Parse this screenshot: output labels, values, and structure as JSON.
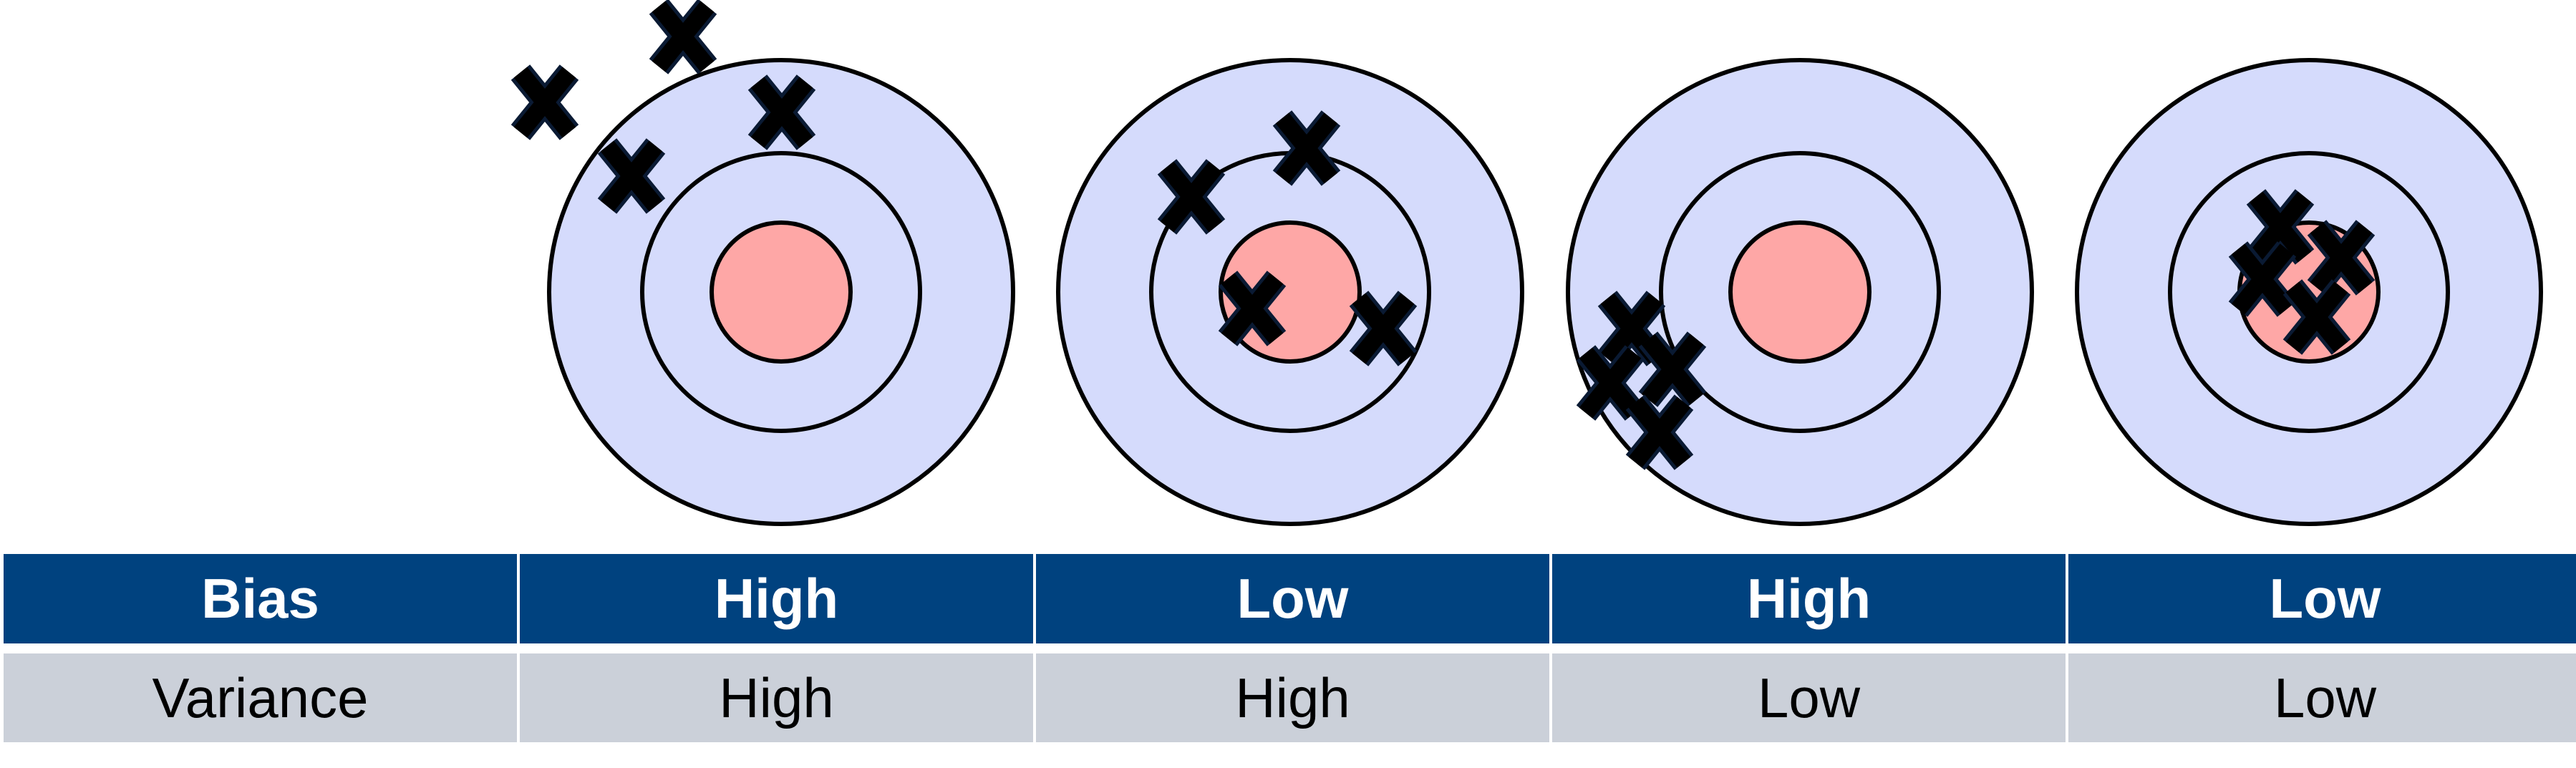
{
  "colors": {
    "outer_ring": "#d5dbfc",
    "bullseye": "#fea7a6",
    "stroke": "#000000",
    "header_bg": "#00427f",
    "row_bg": "#cbd0d9"
  },
  "targets": [
    {
      "bias": "High",
      "variance": "High"
    },
    {
      "bias": "Low",
      "variance": "High"
    },
    {
      "bias": "High",
      "variance": "Low"
    },
    {
      "bias": "Low",
      "variance": "Low"
    }
  ],
  "table": {
    "bias_label": "Bias",
    "variance_label": "Variance",
    "bias_values": [
      "High",
      "Low",
      "High",
      "Low"
    ],
    "variance_values": [
      "High",
      "High",
      "Low",
      "Low"
    ]
  }
}
